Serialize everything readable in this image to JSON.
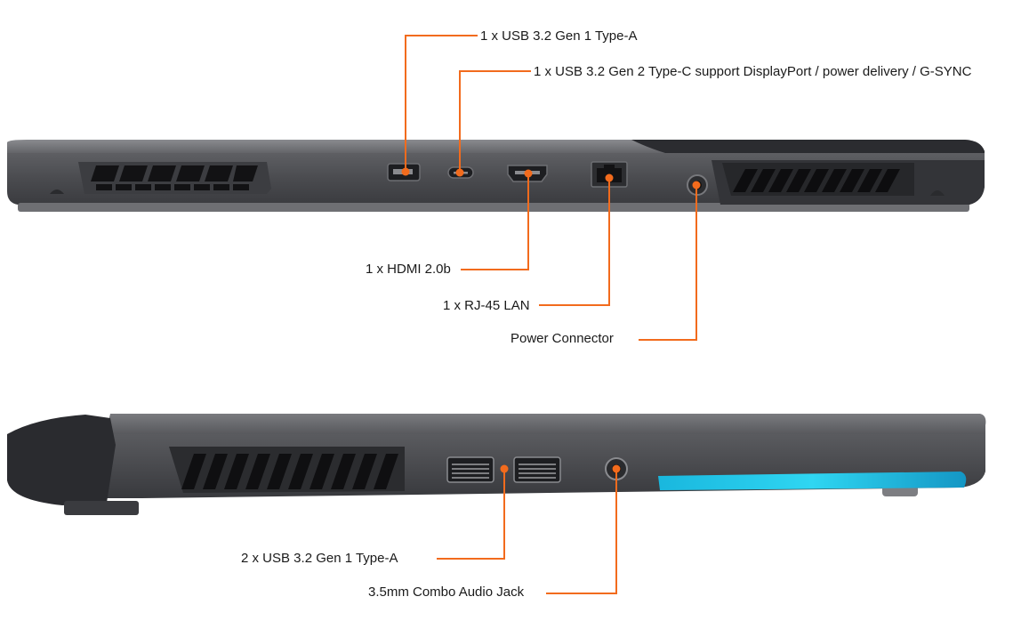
{
  "labels": {
    "usb_a_top": "1 x USB 3.2 Gen 1 Type-A",
    "usb_c": "1 x USB 3.2 Gen 2 Type-C support DisplayPort / power delivery / G-SYNC",
    "hdmi": "1 x HDMI 2.0b",
    "lan": "1 x RJ-45 LAN",
    "power": "Power Connector",
    "usb_a_side": "2 x USB 3.2 Gen 1 Type-A",
    "audio": "3.5mm Combo Audio Jack"
  },
  "colors": {
    "callout": "#f26b1d",
    "chassis": "#4a4b4f",
    "chassis_dark": "#2a2b2e",
    "chassis_light": "#6b6c70",
    "accent_light": "#1fc8e8",
    "text": "#1a1a1a"
  },
  "icons": {
    "port_usb_a": "usb-a-port-icon",
    "port_usb_c": "usb-c-port-icon",
    "port_hdmi": "hdmi-port-icon",
    "port_lan": "rj45-port-icon",
    "port_power": "power-jack-icon",
    "port_audio": "audio-jack-icon"
  }
}
